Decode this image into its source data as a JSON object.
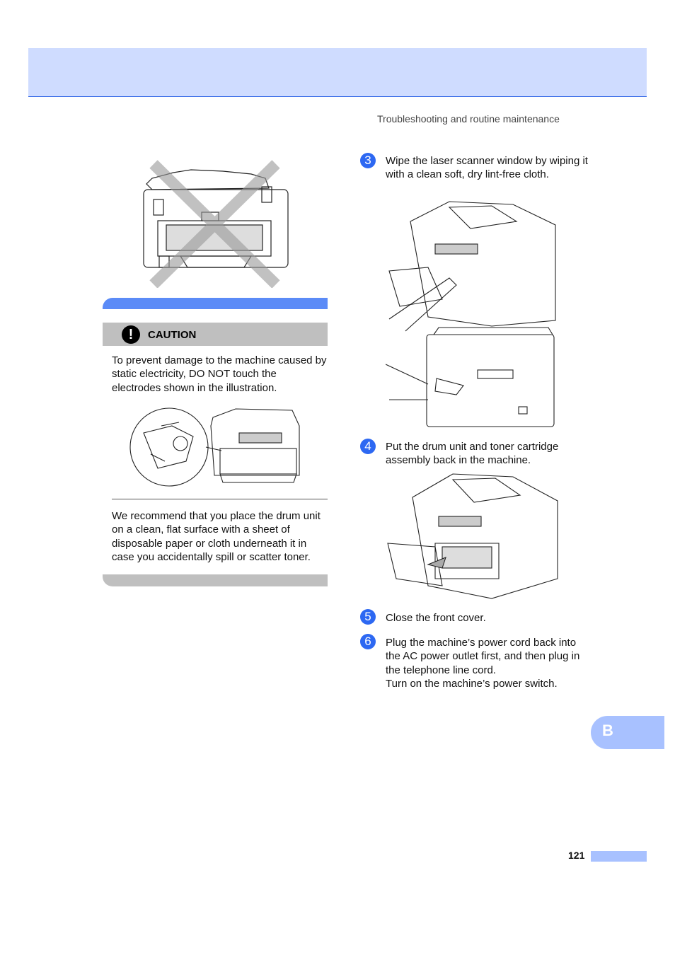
{
  "header": {
    "running_head": "Troubleshooting and routine maintenance"
  },
  "caution": {
    "icon": "exclamation-icon",
    "icon_glyph": "!",
    "label": "CAUTION",
    "text": "To prevent damage to the machine caused by static electricity, DO NOT touch the electrodes shown in the illustration."
  },
  "note": {
    "text": "We recommend that you place the drum unit on a clean, flat surface with a sheet of disposable paper or cloth underneath it in case you accidentally spill or scatter toner."
  },
  "steps": [
    {
      "number": "3",
      "text": "Wipe the laser scanner window by wiping it with a clean soft, dry lint-free cloth."
    },
    {
      "number": "4",
      "text": "Put the drum unit and toner cartridge assembly back in the machine."
    },
    {
      "number": "5",
      "text": "Close the front cover."
    },
    {
      "number": "6",
      "text": "Plug the machine’s power cord back into the AC power outlet first, and then plug in the telephone line cord.",
      "text2": "Turn on the machine’s power switch."
    }
  ],
  "side_tab": {
    "letter": "B"
  },
  "footer": {
    "page_number": "121"
  },
  "colors": {
    "accent_blue": "#2d68f2",
    "header_band": "#cfdcff",
    "tab_blue": "#a8c1ff",
    "caution_grey": "#bfbfbf"
  }
}
